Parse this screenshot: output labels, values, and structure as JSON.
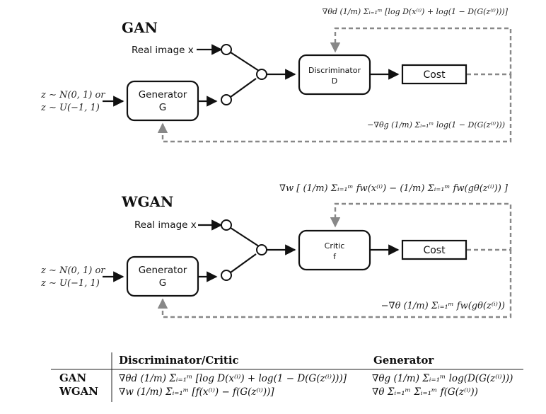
{
  "gan": {
    "title": "GAN",
    "real_label": "Real image x",
    "noise_line1": "z ∼ N(0, 1) or",
    "noise_line2": "z ∼ U(−1, 1)",
    "generator_line1": "Generator",
    "generator_line2": "G",
    "discriminator_line1": "Discriminator",
    "discriminator_line2": "D",
    "cost_label": "Cost",
    "disc_grad": "∇θd (1/m) Σᵢ₌₁ᵐ [log D(x⁽ⁱ⁾) + log(1 − D(G(z⁽ⁱ⁾)))]",
    "gen_grad": "−∇θg (1/m) Σᵢ₌₁ᵐ log(1 − D(G(z⁽ⁱ⁾)))"
  },
  "wgan": {
    "title": "WGAN",
    "real_label": "Real image x",
    "noise_line1": "z ∼ N(0, 1) or",
    "noise_line2": "z ∼ U(−1, 1)",
    "generator_line1": "Generator",
    "generator_line2": "G",
    "critic_line1": "Critic",
    "critic_line2": "f",
    "cost_label": "Cost",
    "critic_grad": "∇w [ (1/m) Σᵢ₌₁ᵐ fw(x⁽ⁱ⁾) − (1/m) Σᵢ₌₁ᵐ fw(gθ(z⁽ⁱ⁾)) ]",
    "gen_grad": "−∇θ (1/m) Σᵢ₌₁ᵐ fw(gθ(z⁽ⁱ⁾))"
  },
  "table": {
    "col1_header": "Discriminator/Critic",
    "col2_header": "Generator",
    "rows": [
      {
        "label": "GAN",
        "critic": "∇θd (1/m) Σᵢ₌₁ᵐ [log D(x⁽ⁱ⁾) + log(1 − D(G(z⁽ⁱ⁾)))]",
        "generator": "∇θg (1/m) Σᵢ₌₁ᵐ log(D(G(z⁽ⁱ⁾)))"
      },
      {
        "label": "WGAN",
        "critic": "∇w (1/m) Σᵢ₌₁ᵐ [f(x⁽ⁱ⁾) − f(G(z⁽ⁱ⁾))]",
        "generator": "∇θ Σᵢ₌₁ᵐ Σᵢ₌₁ᵐ f(G(z⁽ⁱ⁾))"
      }
    ]
  }
}
